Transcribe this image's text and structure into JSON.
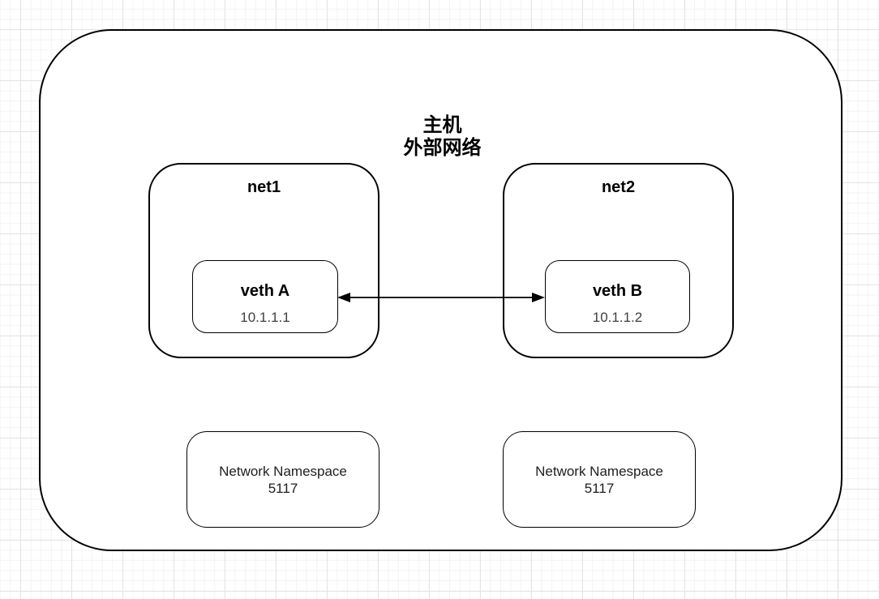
{
  "diagram": {
    "title": {
      "line1": "主机",
      "line2": "外部网络"
    },
    "networks": [
      {
        "label": "net1",
        "veth_name": "veth A",
        "veth_ip": "10.1.1.1"
      },
      {
        "label": "net2",
        "veth_name": "veth B",
        "veth_ip": "10.1.1.2"
      }
    ],
    "namespace_boxes": [
      {
        "line1": "Network Namespace",
        "line2": "5117"
      },
      {
        "line1": "Network Namespace",
        "line2": "5117"
      }
    ],
    "connector": {
      "type": "double-arrow"
    },
    "colors": {
      "stroke": "#000000",
      "fill": "#ffffff",
      "grid_minor": "#f3f3f3",
      "grid_major": "#e4e4e4",
      "ip_text": "#404040"
    }
  }
}
